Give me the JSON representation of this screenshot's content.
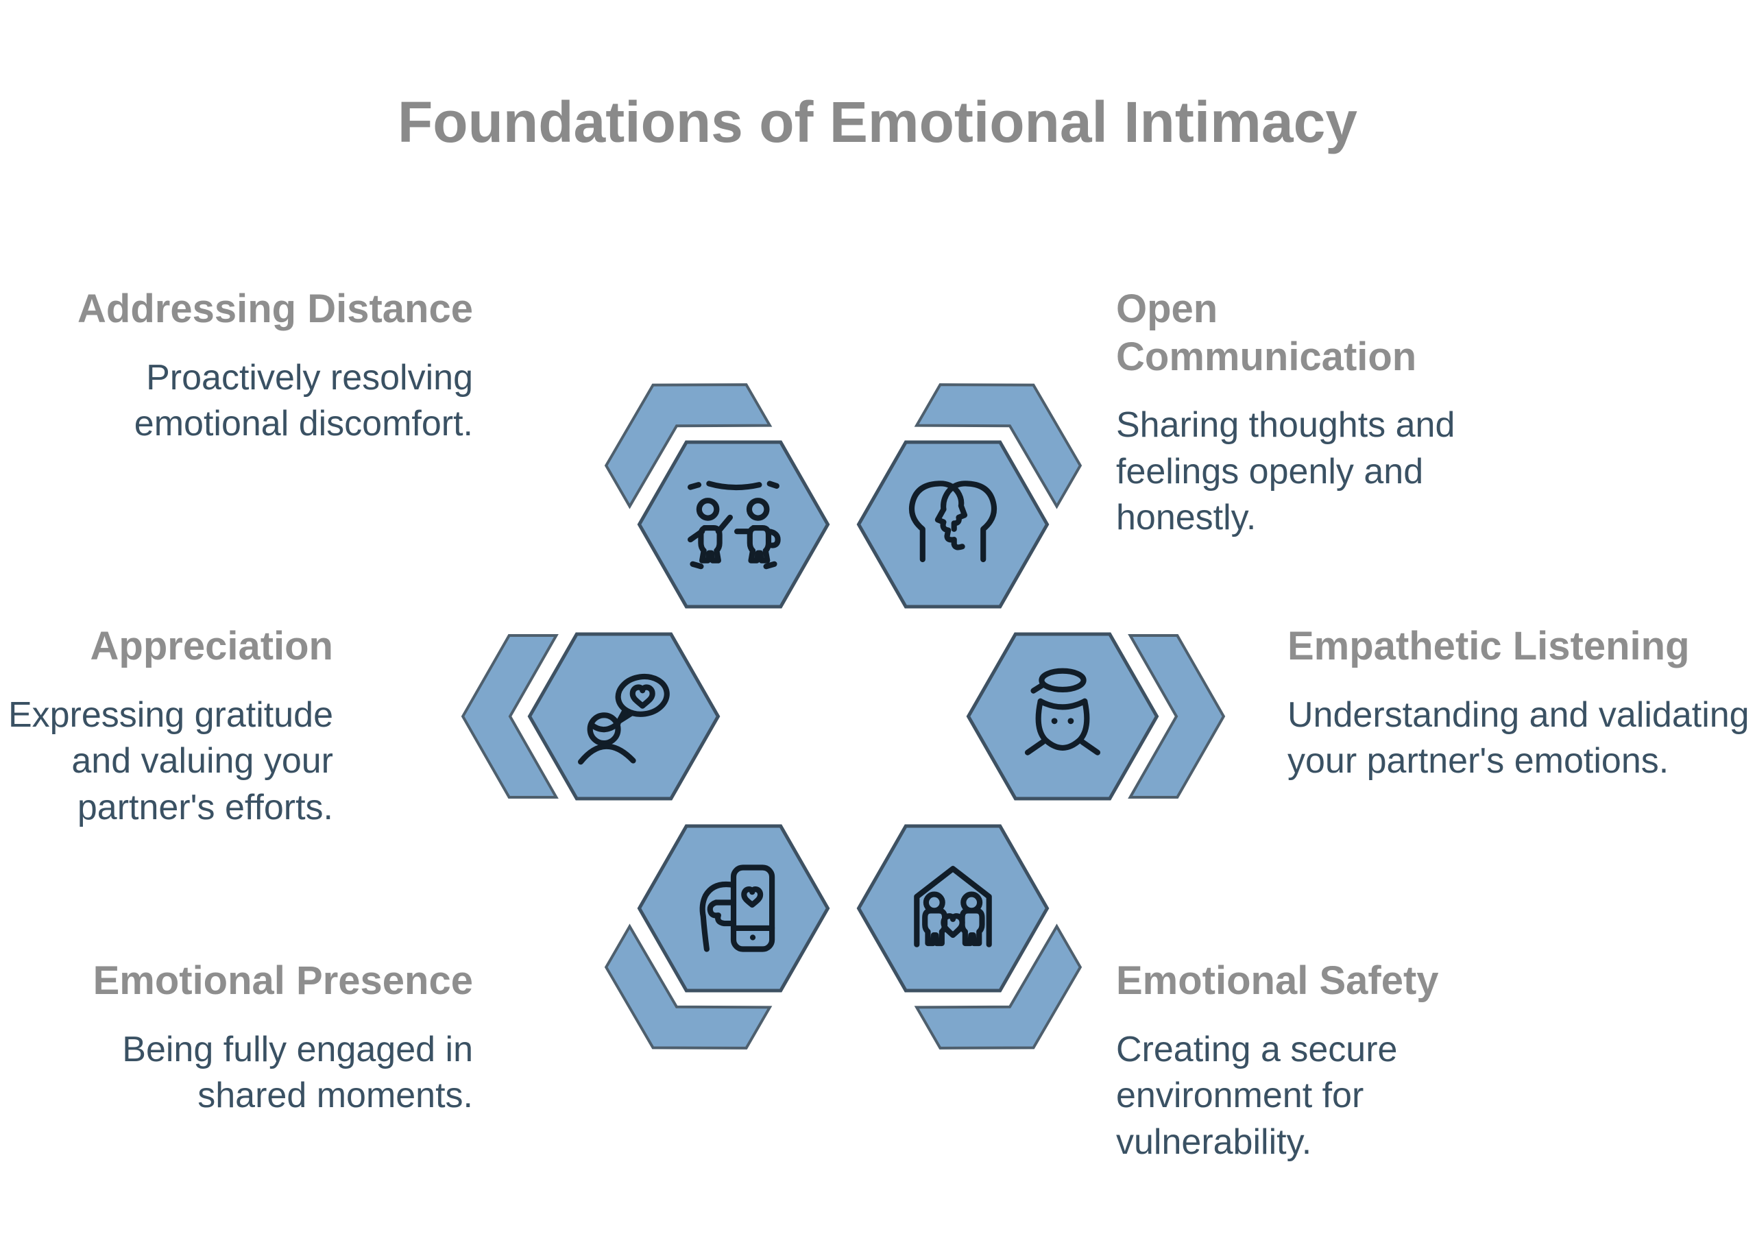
{
  "title": "Foundations of Emotional Intimacy",
  "colors": {
    "background": "#FFFFFF",
    "title_text": "#8A8A8A",
    "heading_text": "#8E8E8E",
    "body_text": "#3A5163",
    "hexagon_fill": "#7EA7CC",
    "hexagon_border": "#3E5162",
    "chevron_fill": "#7EA7CC",
    "chevron_border": "#4E5F6D",
    "icon_stroke": "#111D28"
  },
  "items": [
    {
      "id": "addressing-distance",
      "heading": "Addressing Distance",
      "description": "Proactively resolving emotional discomfort.",
      "icon": "two-people-distance-icon",
      "position": "top-left"
    },
    {
      "id": "open-communication",
      "heading": "Open Communication",
      "description": "Sharing thoughts and feelings openly and honestly.",
      "icon": "two-heads-profile-icon",
      "position": "top-right"
    },
    {
      "id": "appreciation",
      "heading": "Appreciation",
      "description": "Expressing gratitude and valuing your partner's efforts.",
      "icon": "person-heart-speech-bubble-icon",
      "position": "middle-left"
    },
    {
      "id": "empathetic-listening",
      "heading": "Empathetic Listening",
      "description": "Understanding and validating your partner's emotions.",
      "icon": "open-mind-listening-icon",
      "position": "middle-right"
    },
    {
      "id": "emotional-presence",
      "heading": "Emotional Presence",
      "description": "Being fully engaged in shared moments.",
      "icon": "hand-phone-heart-icon",
      "position": "bottom-left"
    },
    {
      "id": "emotional-safety",
      "heading": "Emotional Safety",
      "description": "Creating a secure environment for vulnerability.",
      "icon": "house-couple-heart-icon",
      "position": "bottom-right"
    }
  ]
}
